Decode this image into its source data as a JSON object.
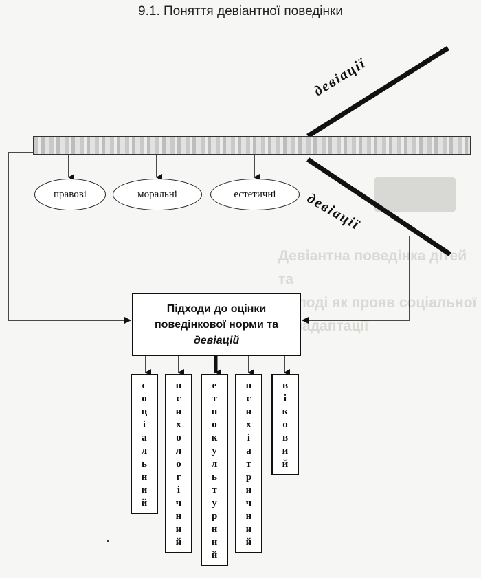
{
  "page_title": "9.1. Поняття девіантної поведінки",
  "norm_types": [
    "правові",
    "моральні",
    "естетичні"
  ],
  "deviation_label_upper": "девіації",
  "deviation_label_lower": "девіації",
  "approach_box": {
    "line1": "Підходи до оцінки",
    "line2": "поведінкової норми та",
    "line3": "девіацій"
  },
  "approaches": [
    "соціальний",
    "психологічний",
    "етнокультурний",
    "психіатричний",
    "віковий"
  ],
  "faded_text": "Девіантна поведінка дітей та\nмолоді як прояв соціальної\nдезадаптації"
}
